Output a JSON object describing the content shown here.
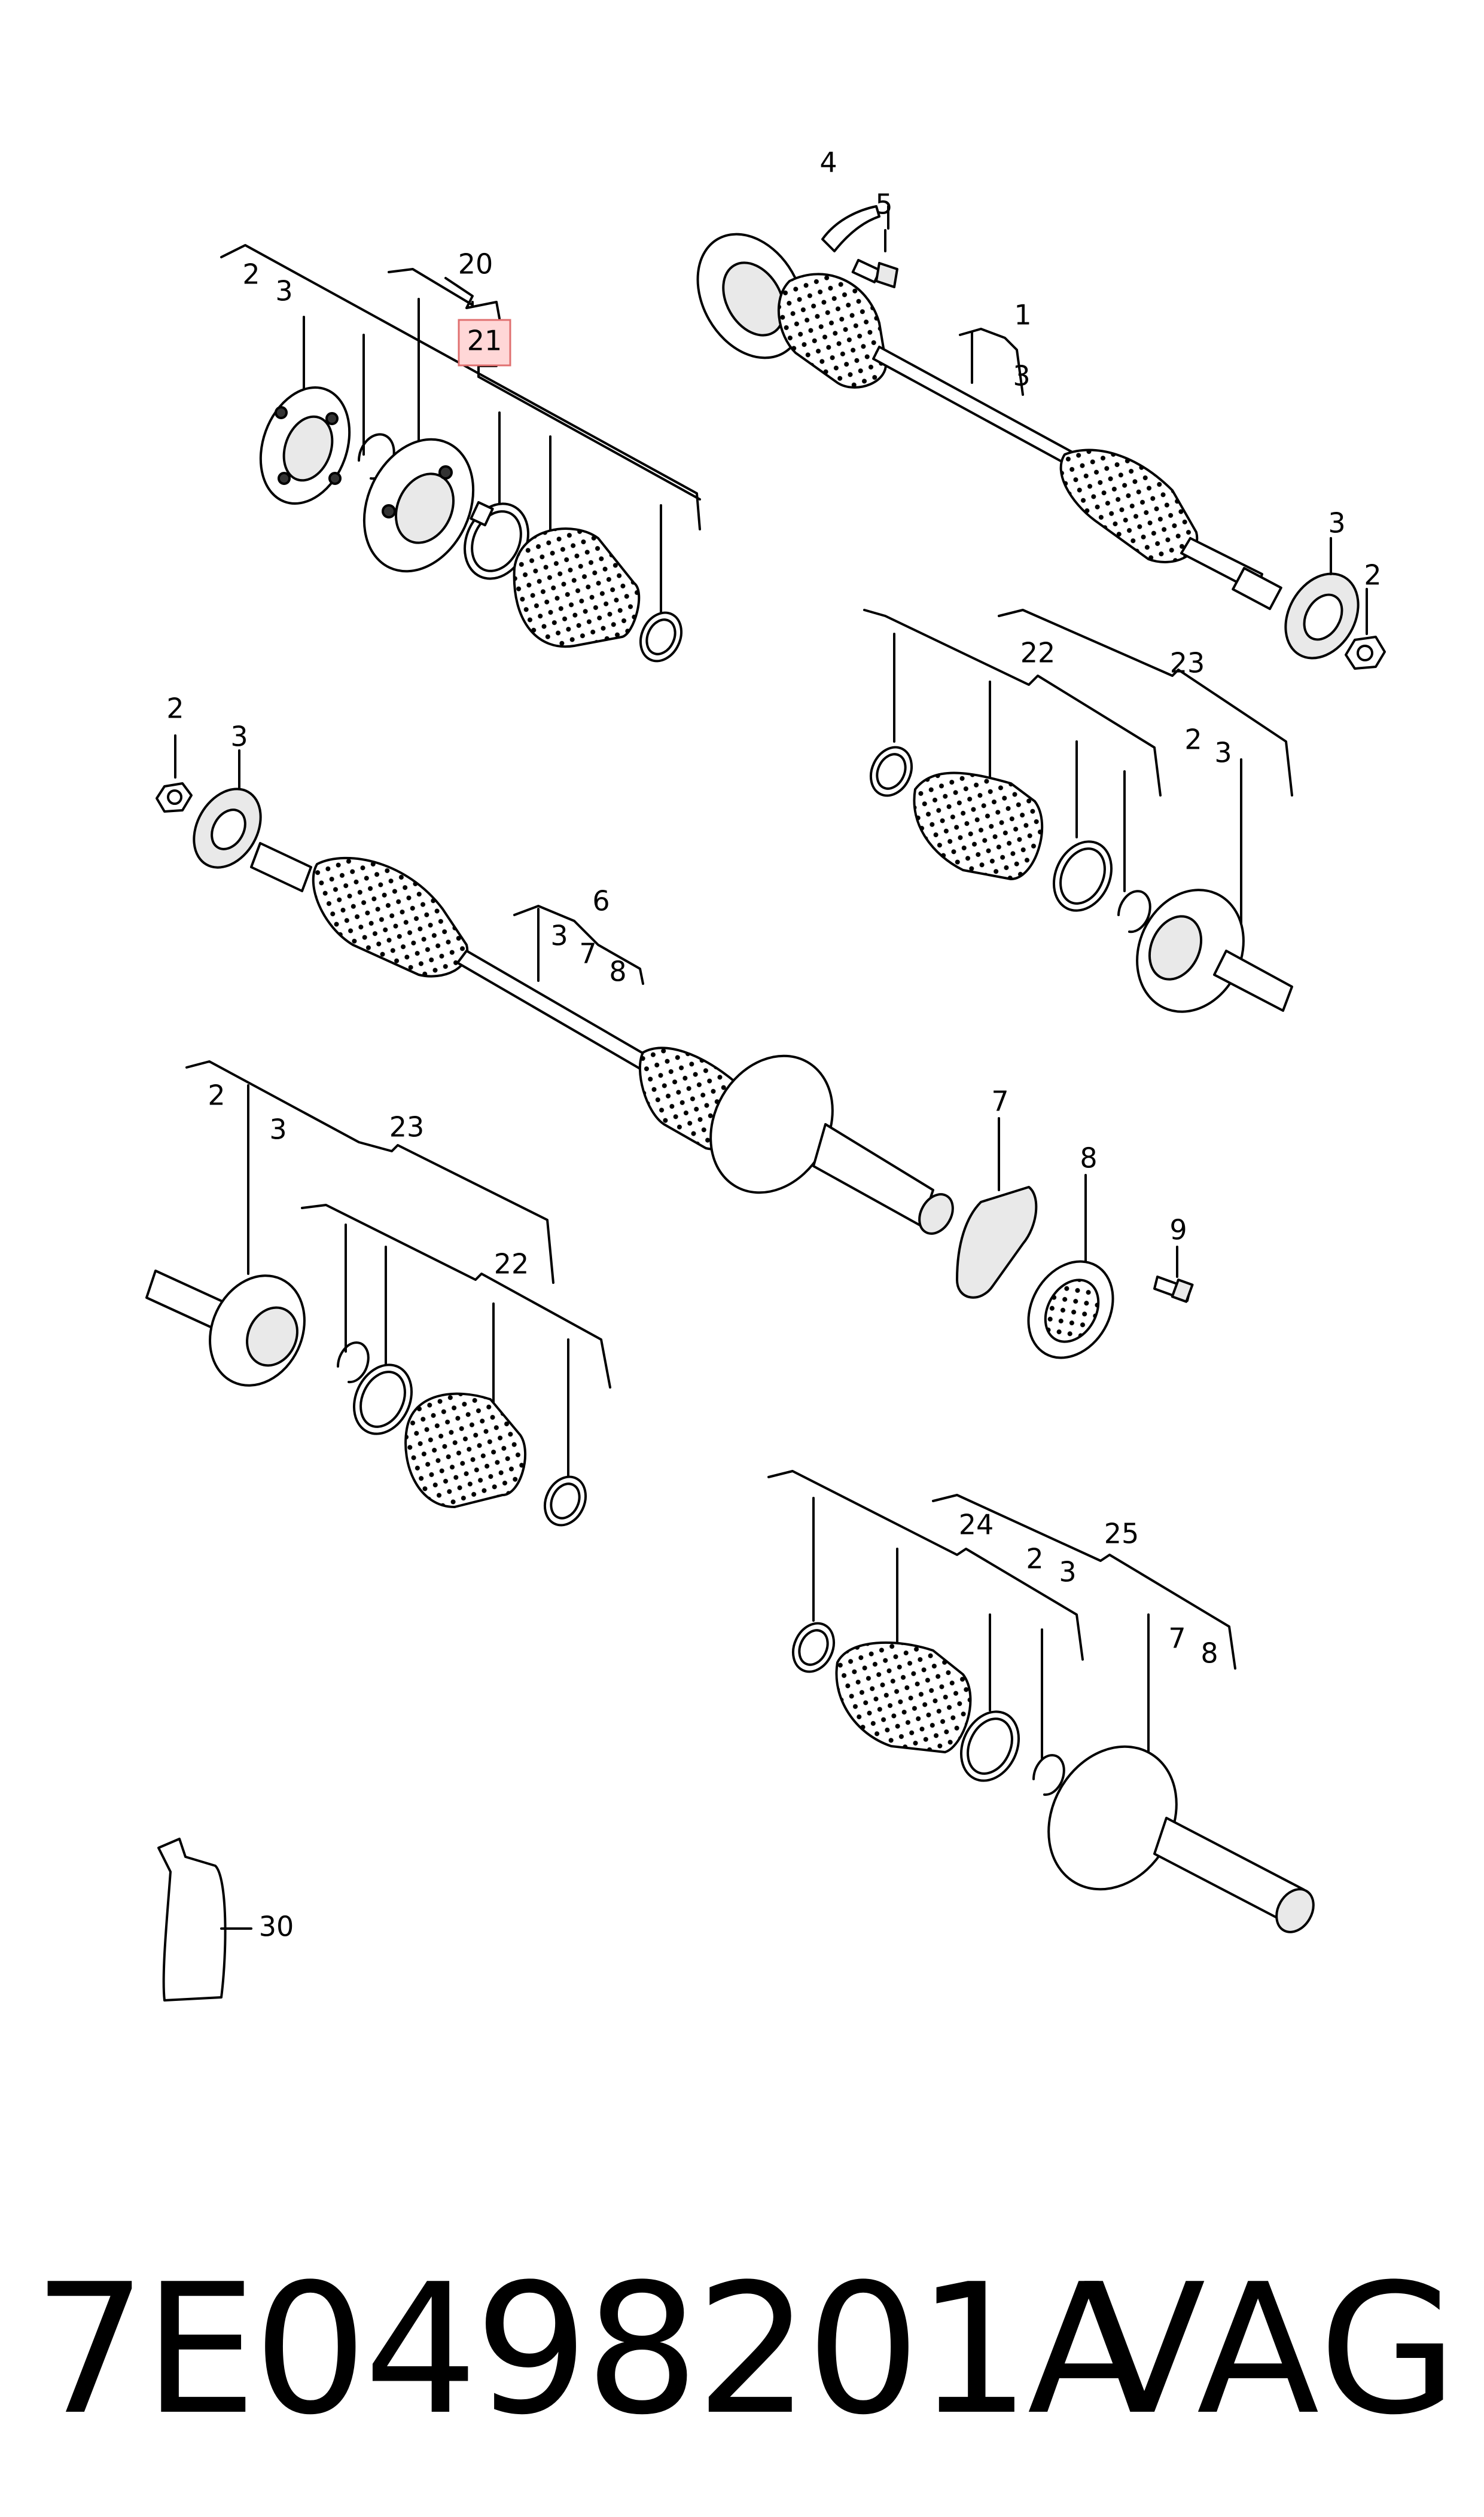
{
  "callouts": {
    "c_20": "20",
    "c_21": "21",
    "c_tl_2": "2",
    "c_tl_3": "3",
    "c_4": "4",
    "c_5": "5",
    "c_1": "1",
    "c_tr_3": "3",
    "c_rt_3": "3",
    "c_rt_2": "2",
    "c_r_22": "22",
    "c_r_23": "23",
    "c_r_2": "2",
    "c_r_3": "3",
    "c_l_2": "2",
    "c_l_3": "3",
    "c_6": "6",
    "c_m_3": "3",
    "c_m_7": "7",
    "c_m_8": "8",
    "c_7": "7",
    "c_8": "8",
    "c_9": "9",
    "c_bl_2": "2",
    "c_bl_3": "3",
    "c_bl_23": "23",
    "c_bl_22": "22",
    "c_24": "24",
    "c_25": "25",
    "c_br_2": "2",
    "c_br_3": "3",
    "c_br_7": "7",
    "c_br_8": "8",
    "c_30": "30"
  },
  "footer": {
    "part_number": "7E0498201A",
    "brand": "VAG"
  },
  "colors": {
    "highlight_fill": "#ffd7d7",
    "highlight_stroke": "#e07070",
    "line": "#000000"
  }
}
